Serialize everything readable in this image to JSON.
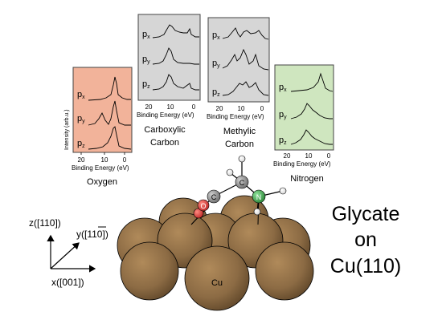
{
  "colors": {
    "oxygen_bg": "#f2b39a",
    "carboxylic_bg": "#d6d6d6",
    "methylic_bg": "#d6d6d6",
    "nitrogen_bg": "#cfe6bf",
    "cu_atom": "#8c6b44",
    "o_atom": "#d32f2f",
    "c_atom": "#8a8a8a",
    "n_atom": "#2e9e3e",
    "h_atom": "#ffffff"
  },
  "panels": [
    {
      "id": "oxygen",
      "orbitals": [
        "p",
        "p",
        "p"
      ],
      "subs": [
        "x",
        "y",
        "z"
      ],
      "ylabel": "Intensity (arb.u.)",
      "ticks": [
        "20",
        "10",
        "0"
      ],
      "xlabel": "Binding Energy (eV)",
      "name_lines": [
        "Oxygen"
      ]
    },
    {
      "id": "carboxylic",
      "orbitals": [
        "p",
        "p",
        "p"
      ],
      "subs": [
        "x",
        "y",
        "z"
      ],
      "ticks": [
        "20",
        "10",
        "0"
      ],
      "xlabel": "Binding Energy (eV)",
      "name_lines": [
        "Carboxylic",
        "Carbon"
      ]
    },
    {
      "id": "methylic",
      "orbitals": [
        "p",
        "p",
        "p"
      ],
      "subs": [
        "x",
        "y",
        "z"
      ],
      "ticks": [
        "20",
        "10",
        "0"
      ],
      "xlabel": "Binding Energy (eV)",
      "name_lines": [
        "Methylic",
        "Carbon"
      ]
    },
    {
      "id": "nitrogen",
      "orbitals": [
        "p",
        "p",
        "p"
      ],
      "subs": [
        "x",
        "y",
        "z"
      ],
      "ticks": [
        "20",
        "10",
        "0"
      ],
      "xlabel": "Binding Energy (eV)",
      "name_lines": [
        "Nitrogen"
      ]
    }
  ],
  "axes": {
    "z_label": "z([110])",
    "y_label_prefix": "y([1",
    "y_label_bar": "10",
    "y_label_suffix": "])",
    "x_label": "x([001])"
  },
  "molecule": {
    "atom_o": "O",
    "atom_c1": "C",
    "atom_c2": "C",
    "atom_n": "N"
  },
  "surface": {
    "cu_label": "Cu"
  },
  "title_lines": [
    "Glycate",
    "on",
    "Cu(110)"
  ]
}
